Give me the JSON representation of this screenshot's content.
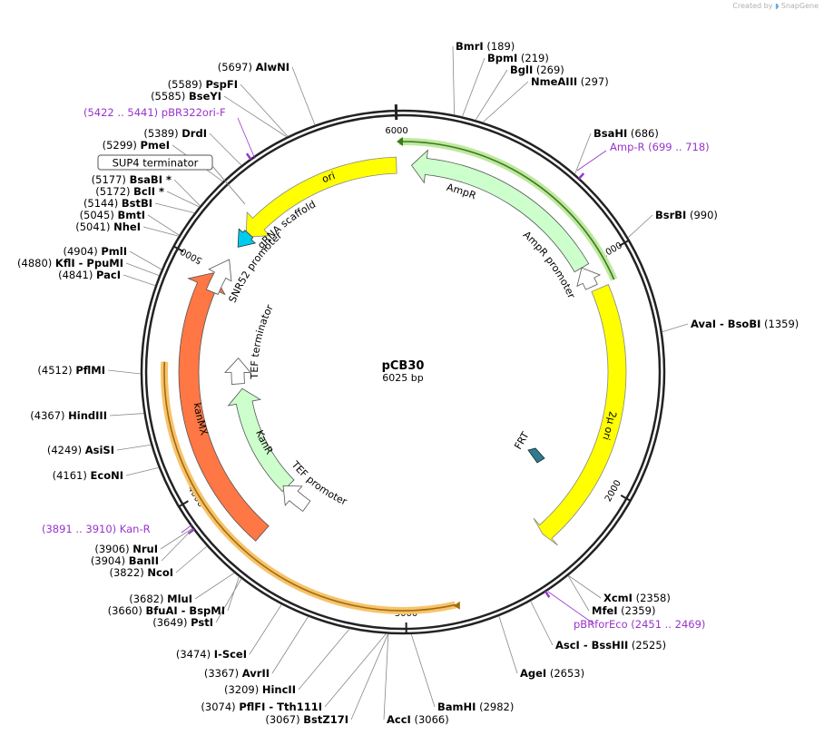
{
  "header": {
    "credit_prefix": "Created by",
    "credit_brand": "SnapGene"
  },
  "plasmid": {
    "name": "pCB30",
    "size_label": "6025 bp",
    "length": 6025
  },
  "tick_labels": [
    "1000",
    "2000",
    "3000",
    "4000",
    "5000",
    "6000"
  ],
  "colors": {
    "ori": "#ffff00",
    "amp": "#ccffcc",
    "kanmx": "#ff7744",
    "primer": "#9933cc",
    "gold_halo": "#f7c36a",
    "green_halo": "#bfe8a0",
    "gRNA": "#00ccee",
    "frt": "#2e7d8c"
  },
  "features": [
    {
      "name": "ori",
      "label": "ori"
    },
    {
      "name": "AmpR",
      "label": "AmpR"
    },
    {
      "name": "AmpR-promoter",
      "label": "AmpR promoter"
    },
    {
      "name": "2mu-ori",
      "label": "2μ ori"
    },
    {
      "name": "FRT",
      "label": "FRT"
    },
    {
      "name": "kanMX",
      "label": "kanMX"
    },
    {
      "name": "KanR",
      "label": "KanR"
    },
    {
      "name": "TEF-promoter",
      "label": "TEF promoter"
    },
    {
      "name": "TEF-terminator",
      "label": "TEF terminator"
    },
    {
      "name": "SNR52-promoter",
      "label": "SNR52 promoter"
    },
    {
      "name": "gRNA-scaffold",
      "label": "gRNA scaffold"
    }
  ],
  "boxed_label": "SUP4 terminator",
  "primers": [
    {
      "name": "pBR322ori-F",
      "pos": "(5422 .. 5441)",
      "label": "pBR322ori-F"
    },
    {
      "name": "Amp-R",
      "pos": "(699 .. 718)",
      "label": "Amp-R"
    },
    {
      "name": "pBRforEco",
      "pos": "(2451 .. 2469)",
      "label": "pBRforEco"
    },
    {
      "name": "Kan-R",
      "pos": "(3891 .. 3910)",
      "label": "Kan-R"
    }
  ],
  "sites": [
    {
      "name": "BmrI",
      "pos": "(189)"
    },
    {
      "name": "BpmI",
      "pos": "(219)"
    },
    {
      "name": "BglI",
      "pos": "(269)"
    },
    {
      "name": "NmeAIII",
      "pos": "(297)"
    },
    {
      "name": "BsaHI",
      "pos": "(686)"
    },
    {
      "name": "BsrBI",
      "pos": "(990)"
    },
    {
      "name": "AvaI  -  BsoBI",
      "pos": "(1359)"
    },
    {
      "name": "XcmI",
      "pos": "(2358)"
    },
    {
      "name": "MfeI",
      "pos": "(2359)"
    },
    {
      "name": "AscI  -  BssHII",
      "pos": "(2525)"
    },
    {
      "name": "AgeI",
      "pos": "(2653)"
    },
    {
      "name": "BamHI",
      "pos": "(2982)"
    },
    {
      "name": "AccI",
      "pos": "(3066)"
    },
    {
      "name": "BstZ17I",
      "pos": "(3067)"
    },
    {
      "name": "PflFI  -  Tth111I",
      "pos": "(3074)"
    },
    {
      "name": "HincII",
      "pos": "(3209)"
    },
    {
      "name": "AvrII",
      "pos": "(3367)"
    },
    {
      "name": "I-SceI",
      "pos": "(3474)"
    },
    {
      "name": "PstI",
      "pos": "(3649)"
    },
    {
      "name": "BfuAI  -  BspMI",
      "pos": "(3660)"
    },
    {
      "name": "MluI",
      "pos": "(3682)"
    },
    {
      "name": "NcoI",
      "pos": "(3822)"
    },
    {
      "name": "BanII",
      "pos": "(3904)"
    },
    {
      "name": "NruI",
      "pos": "(3906)"
    },
    {
      "name": "EcoNI",
      "pos": "(4161)"
    },
    {
      "name": "AsiSI",
      "pos": "(4249)"
    },
    {
      "name": "HindIII",
      "pos": "(4367)"
    },
    {
      "name": "PflMI",
      "pos": "(4512)"
    },
    {
      "name": "PacI",
      "pos": "(4841)"
    },
    {
      "name": "KflI  -  PpuMI",
      "pos": "(4880)"
    },
    {
      "name": "PmlI",
      "pos": "(4904)"
    },
    {
      "name": "NheI",
      "pos": "(5041)"
    },
    {
      "name": "BmtI",
      "pos": "(5045)"
    },
    {
      "name": "BstBI",
      "pos": "(5144)"
    },
    {
      "name": "BclI *",
      "pos": "(5172)"
    },
    {
      "name": "BsaBI *",
      "pos": "(5177)"
    },
    {
      "name": "PmeI",
      "pos": "(5299)"
    },
    {
      "name": "DrdI",
      "pos": "(5389)"
    },
    {
      "name": "BseYI",
      "pos": "(5585)"
    },
    {
      "name": "PspFI",
      "pos": "(5589)"
    },
    {
      "name": "AlwNI",
      "pos": "(5697)"
    }
  ]
}
